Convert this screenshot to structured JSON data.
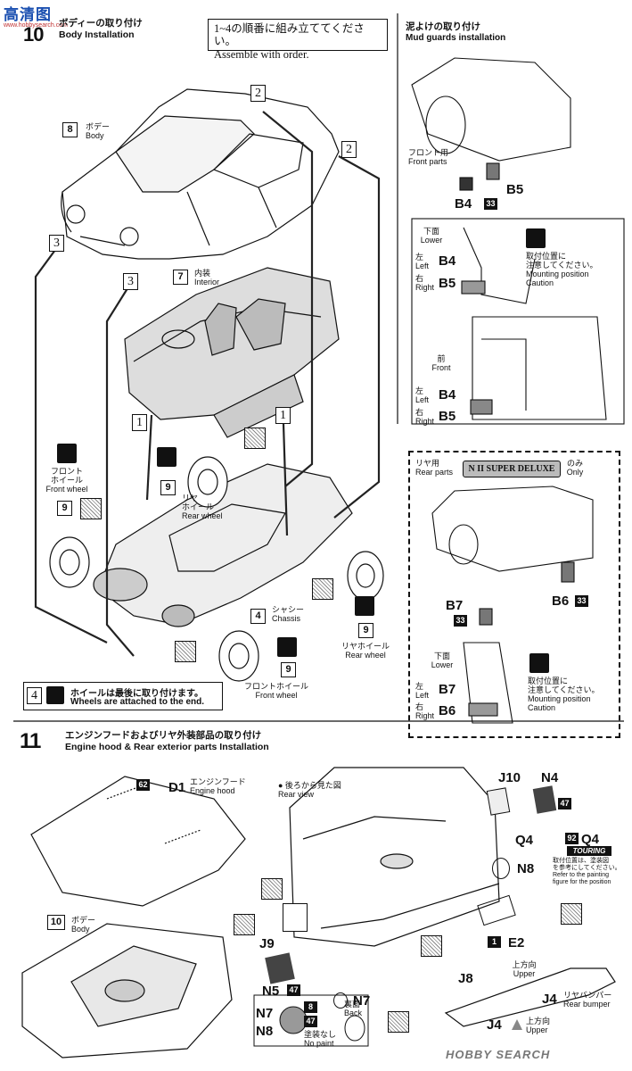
{
  "watermark_top": "高清图",
  "watermark_sub": "www.hobbysearch.com",
  "step10": {
    "title_jp": "ボディーの取り付け",
    "title_en": "Body Installation",
    "order_jp": "1~4の順番に組み立ててください。",
    "order_en": "Assemble with order.",
    "body_num": "8",
    "body_jp": "ボデー",
    "body_en": "Body",
    "interior_num": "7",
    "interior_jp": "内装",
    "interior_en": "Interior",
    "chassis_num": "4",
    "chassis_jp": "シャシー",
    "chassis_en": "Chassis",
    "wheel_num": "9",
    "front_wheel_jp": "フロントホイール",
    "front_wheel_en": "Front wheel",
    "front_wheel_jp_a": "フロント",
    "front_wheel_jp_b": "ホイール",
    "rear_wheel_jp_a": "リヤ",
    "rear_wheel_jp_b": "ホイール",
    "rear_wheel_en": "Rear wheel",
    "rear_wheel_jp": "リヤホイール",
    "step_nums": [
      "1",
      "2",
      "3",
      "4"
    ],
    "note_num": "4",
    "note_jp": "ホイールは最後に取り付けます。",
    "note_en": "Wheels are attached to the end."
  },
  "mudguard": {
    "title_jp": "泥よけの取り付け",
    "title_en": "Mud guards installation",
    "front_parts_jp": "フロント用",
    "front_parts_en": "Front parts",
    "B4": "B4",
    "B5": "B5",
    "tag33": "33",
    "lower_jp": "下面",
    "lower_en": "Lower",
    "left_jp": "左",
    "left_en": "Left",
    "right_jp": "右",
    "right_en": "Right",
    "caution_jp_a": "取付位置に",
    "caution_jp_b": "注意してください。",
    "caution_en_a": "Mounting position",
    "caution_en_b": "Caution",
    "front_jp": "前",
    "front_en": "Front"
  },
  "rear_parts": {
    "title_jp": "リヤ用",
    "title_en": "Rear parts",
    "badge": "N II SUPER DELUXE",
    "only_jp": "のみ",
    "only_en": "Only",
    "B6": "B6",
    "B7": "B7",
    "tag33": "33",
    "lower_jp": "下面",
    "lower_en": "Lower",
    "left_jp": "左",
    "left_en": "Left",
    "right_jp": "右",
    "right_en": "Right",
    "caution_jp_a": "取付位置に",
    "caution_jp_b": "注意してください。",
    "caution_en_a": "Mounting position",
    "caution_en_b": "Caution"
  },
  "step11": {
    "num": "11",
    "title_jp": "エンジンフードおよびリヤ外装部品の取り付け",
    "title_en": "Engine hood & Rear exterior parts Installation",
    "D1": "D1",
    "hood_jp": "エンジンフード",
    "hood_en": "Engine hood",
    "tag62": "62",
    "body_num": "10",
    "body_jp": "ボデー",
    "body_en": "Body",
    "rear_view_jp": "● 後ろから見た図",
    "rear_view_en": "Rear view",
    "J10": "J10",
    "N4": "N4",
    "tag47": "47",
    "Q4": "Q4",
    "N8": "N8",
    "tag92": "92",
    "touring": "TOURING",
    "q4_note_jp_a": "取付位置は、塗装図",
    "q4_note_jp_b": "を参考にしてください。",
    "q4_note_en_a": "Refer to the painting",
    "q4_note_en_b": "figure for the position",
    "J9": "J9",
    "N5": "N5",
    "J8": "J8",
    "E2": "E2",
    "tag1": "1",
    "N7": "N7",
    "upper_jp": "上方向",
    "upper_en": "Upper",
    "J4": "J4",
    "bumper_jp": "リヤバンパー",
    "bumper_en": "Rear bumper",
    "legend_N7": "N7",
    "legend_N8": "N8",
    "legend_tag8": "8",
    "legend_tag47": "47",
    "back_jp": "裏面",
    "back_en": "Back",
    "nopaint_jp": "塗装なし",
    "nopaint_en": "No paint"
  },
  "footer_logo": "HOBBY SEARCH"
}
